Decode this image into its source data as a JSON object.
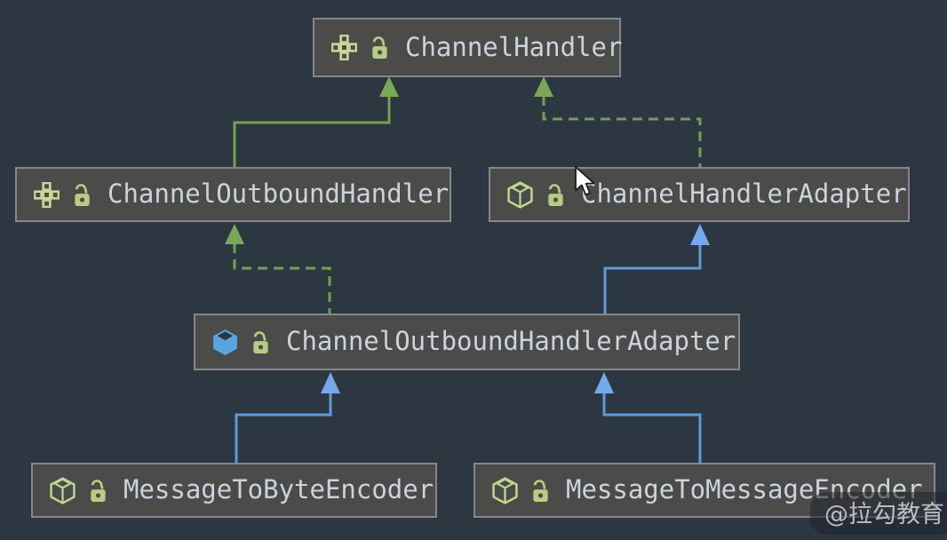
{
  "diagram": {
    "tool": "uml-class-diagram",
    "colors": {
      "background": "#2d3741",
      "node_fill": "#4b4b4a",
      "node_border": "#85878a",
      "node_text": "#ccd3dc",
      "interface_green": "#c9d795",
      "lock_green": "#b9cc80",
      "realization_green_line": "#74a054",
      "extends_blue_line": "#5f9ad8",
      "class_blue_icon": "#58a5dd"
    },
    "nodes": [
      {
        "id": "channel-handler",
        "label": "ChannelHandler",
        "kind": "interface",
        "icon": "interface-icon",
        "lock": "lock-icon"
      },
      {
        "id": "channel-outbound-handler",
        "label": "ChannelOutboundHandler",
        "kind": "interface",
        "icon": "interface-icon",
        "lock": "lock-icon"
      },
      {
        "id": "channel-handler-adapter",
        "label": "ChannelHandlerAdapter",
        "kind": "class",
        "icon": "class-cube-outline-icon",
        "lock": "lock-icon"
      },
      {
        "id": "channel-outbound-handler-adapter",
        "label": "ChannelOutboundHandlerAdapter",
        "kind": "class",
        "icon": "class-cube-filled-icon",
        "lock": "lock-icon"
      },
      {
        "id": "message-to-byte-encoder",
        "label": "MessageToByteEncoder",
        "kind": "class",
        "icon": "class-cube-outline-icon",
        "lock": "lock-icon"
      },
      {
        "id": "message-to-message-encoder",
        "label": "MessageToMessageEncoder",
        "kind": "class",
        "icon": "class-cube-outline-icon",
        "lock": "lock-icon"
      }
    ],
    "edges": [
      {
        "from": "ChannelOutboundHandler",
        "to": "ChannelHandler",
        "relation": "extends",
        "style": "solid",
        "color": "green"
      },
      {
        "from": "ChannelHandlerAdapter",
        "to": "ChannelHandler",
        "relation": "implements",
        "style": "dashed",
        "color": "green"
      },
      {
        "from": "ChannelOutboundHandlerAdapter",
        "to": "ChannelOutboundHandler",
        "relation": "implements",
        "style": "dashed",
        "color": "green"
      },
      {
        "from": "ChannelOutboundHandlerAdapter",
        "to": "ChannelHandlerAdapter",
        "relation": "extends",
        "style": "solid",
        "color": "blue"
      },
      {
        "from": "MessageToByteEncoder",
        "to": "ChannelOutboundHandlerAdapter",
        "relation": "extends",
        "style": "solid",
        "color": "blue"
      },
      {
        "from": "MessageToMessageEncoder",
        "to": "ChannelOutboundHandlerAdapter",
        "relation": "extends",
        "style": "solid",
        "color": "blue"
      }
    ],
    "watermark": "@拉勾教育"
  }
}
